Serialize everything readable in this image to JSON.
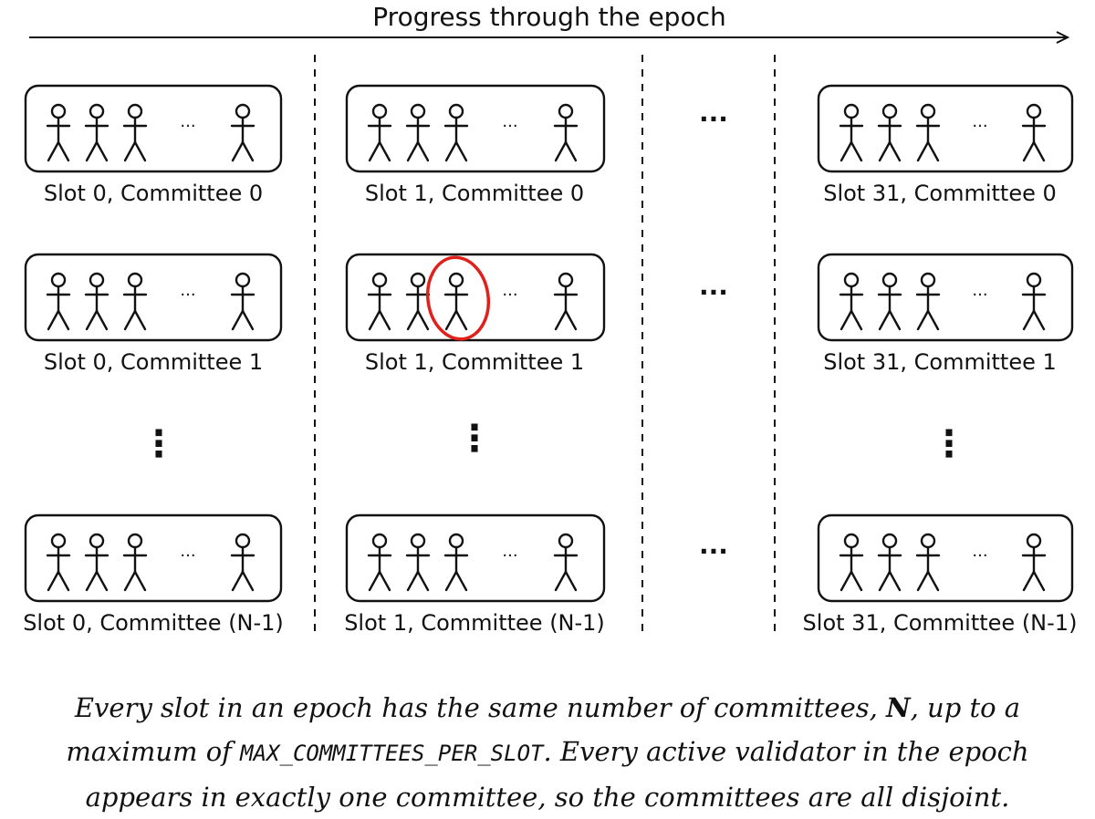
{
  "header": {
    "title": "Progress through the epoch"
  },
  "columns": [
    {
      "committees": [
        {
          "label": "Slot 0, Committee 0"
        },
        {
          "label": "Slot 0, Committee 1"
        },
        {
          "label": "Slot 0, Committee (N-1)"
        }
      ]
    },
    {
      "committees": [
        {
          "label": "Slot 1, Committee 0"
        },
        {
          "label": "Slot 1, Committee 1"
        },
        {
          "label": "Slot 1, Committee (N-1)"
        }
      ]
    },
    {
      "committees": [
        {
          "label": "Slot 31, Committee 0"
        },
        {
          "label": "Slot 31, Committee 1"
        },
        {
          "label": "Slot 31, Committee (N-1)"
        }
      ]
    }
  ],
  "ellipsis": {
    "horizontal": "···",
    "inline": "···",
    "vertical": "⋮"
  },
  "highlight": {
    "column": 1,
    "committee": 1,
    "validator": 2,
    "color": "#e0201b"
  },
  "caption": {
    "line1": "Every slot in an epoch has the same number of committees, ",
    "var_n": "N",
    "line1_end": ", up to a",
    "line2_start": "maximum of ",
    "constant": "MAX_COMMITTEES_PER_SLOT",
    "line2_end": ". Every active validator in the epoch",
    "line3": "appears in exactly one committee, so the committees are all disjoint."
  },
  "colors": {
    "ink": "#111111",
    "highlight": "#e0201b"
  }
}
